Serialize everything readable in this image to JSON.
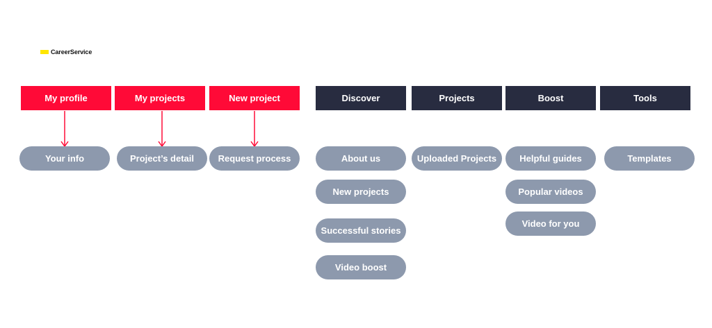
{
  "brand": {
    "name": "CareerService",
    "accent": "#ffe600"
  },
  "colors": {
    "user_header": "#ff0a37",
    "site_header": "#282c40",
    "node": "#8d99ad",
    "arrow": "#ff0a37"
  },
  "user_sections": [
    {
      "label": "My profile",
      "child": "Your info"
    },
    {
      "label": "My projects",
      "child": "Project’s detail"
    },
    {
      "label": "New project",
      "child": "Request process"
    }
  ],
  "site_sections": [
    {
      "label": "Discover",
      "children": [
        "About us",
        "New projects",
        "Successful stories",
        "Video boost"
      ]
    },
    {
      "label": "Projects",
      "children": [
        "Uploaded Projects"
      ]
    },
    {
      "label": "Boost",
      "children": [
        "Helpful guides",
        "Popular videos",
        "Video for you"
      ]
    },
    {
      "label": "Tools",
      "children": [
        "Templates"
      ]
    }
  ]
}
